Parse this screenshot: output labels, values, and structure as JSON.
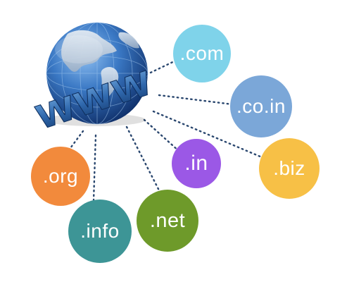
{
  "graphic": {
    "globe_icon": "globe-icon",
    "www_letters": "WWW"
  },
  "domains": [
    {
      "id": "com",
      "label": ".com",
      "color": "#7fd3ea"
    },
    {
      "id": "coin",
      "label": ".co.in",
      "color": "#7ba7d8"
    },
    {
      "id": "biz",
      "label": ".biz",
      "color": "#f7c046"
    },
    {
      "id": "in",
      "label": ".in",
      "color": "#9b58e6"
    },
    {
      "id": "net",
      "label": ".net",
      "color": "#6e9a2a"
    },
    {
      "id": "info",
      "label": ".info",
      "color": "#3d9596"
    },
    {
      "id": "org",
      "label": ".org",
      "color": "#f28a3c"
    }
  ]
}
